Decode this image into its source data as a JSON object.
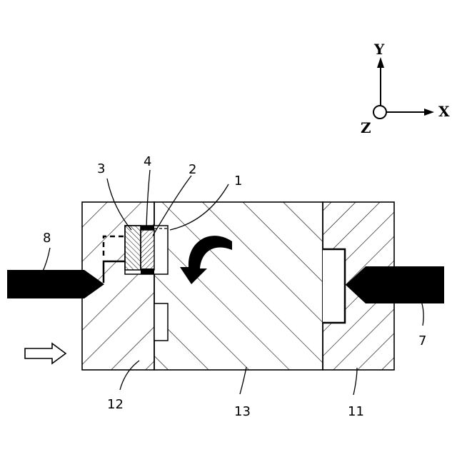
{
  "axes": {
    "y": "Y",
    "x": "X",
    "z": "Z"
  },
  "labels": {
    "part_1": "1",
    "part_2": "2",
    "part_3": "3",
    "part_4": "4",
    "part_7": "7",
    "part_8": "8",
    "part_11": "11",
    "part_12": "12",
    "part_13": "13"
  },
  "colors": {
    "line": "#000000",
    "background": "#ffffff"
  }
}
